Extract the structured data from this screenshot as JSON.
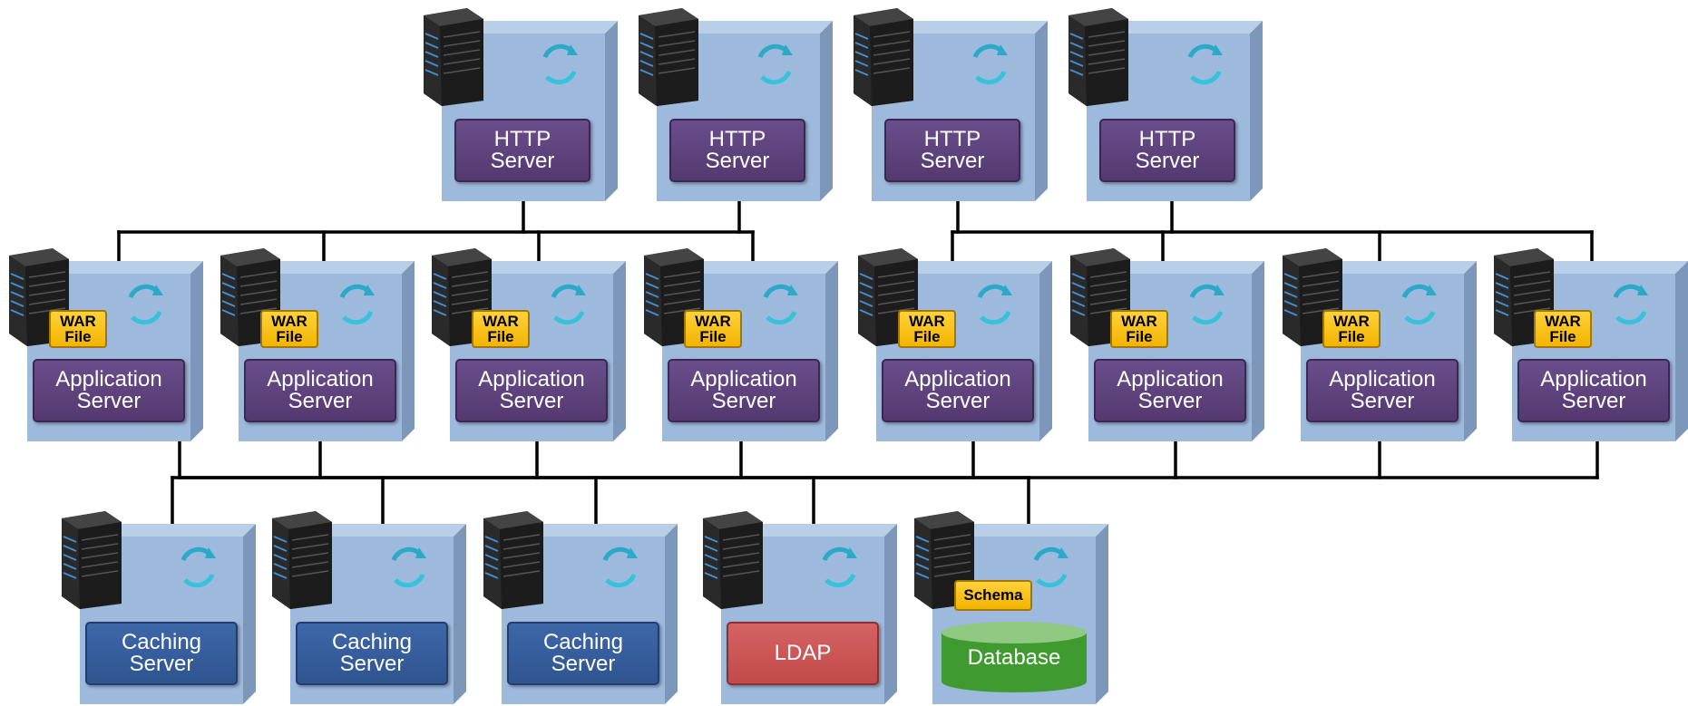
{
  "colors": {
    "box_face": "#9db9dc",
    "box_side": "#7c97ba",
    "box_top": "#b9cfe8",
    "label_purple": "#5e4380",
    "label_blue": "#35609e",
    "label_red": "#cc5757",
    "badge_yellow": "#f7c51a",
    "database_green": "#3f9a2f",
    "wire": "#000000"
  },
  "http_servers": [
    {
      "line1": "HTTP",
      "line2": "Server"
    },
    {
      "line1": "HTTP",
      "line2": "Server"
    },
    {
      "line1": "HTTP",
      "line2": "Server"
    },
    {
      "line1": "HTTP",
      "line2": "Server"
    }
  ],
  "app_servers": [
    {
      "badge_line1": "WAR",
      "badge_line2": "File",
      "line1": "Application",
      "line2": "Server"
    },
    {
      "badge_line1": "WAR",
      "badge_line2": "File",
      "line1": "Application",
      "line2": "Server"
    },
    {
      "badge_line1": "WAR",
      "badge_line2": "File",
      "line1": "Application",
      "line2": "Server"
    },
    {
      "badge_line1": "WAR",
      "badge_line2": "File",
      "line1": "Application",
      "line2": "Server"
    },
    {
      "badge_line1": "WAR",
      "badge_line2": "File",
      "line1": "Application",
      "line2": "Server"
    },
    {
      "badge_line1": "WAR",
      "badge_line2": "File",
      "line1": "Application",
      "line2": "Server"
    },
    {
      "badge_line1": "WAR",
      "badge_line2": "File",
      "line1": "Application",
      "line2": "Server"
    },
    {
      "badge_line1": "WAR",
      "badge_line2": "File",
      "line1": "Application",
      "line2": "Server"
    }
  ],
  "backend": {
    "caching": [
      {
        "line1": "Caching",
        "line2": "Server"
      },
      {
        "line1": "Caching",
        "line2": "Server"
      },
      {
        "line1": "Caching",
        "line2": "Server"
      }
    ],
    "ldap": {
      "label": "LDAP"
    },
    "database": {
      "badge": "Schema",
      "label": "Database"
    }
  },
  "icons": {
    "server": "server-tower-icon",
    "cycle": "refresh-cycle-icon",
    "database": "database-cylinder-icon"
  }
}
